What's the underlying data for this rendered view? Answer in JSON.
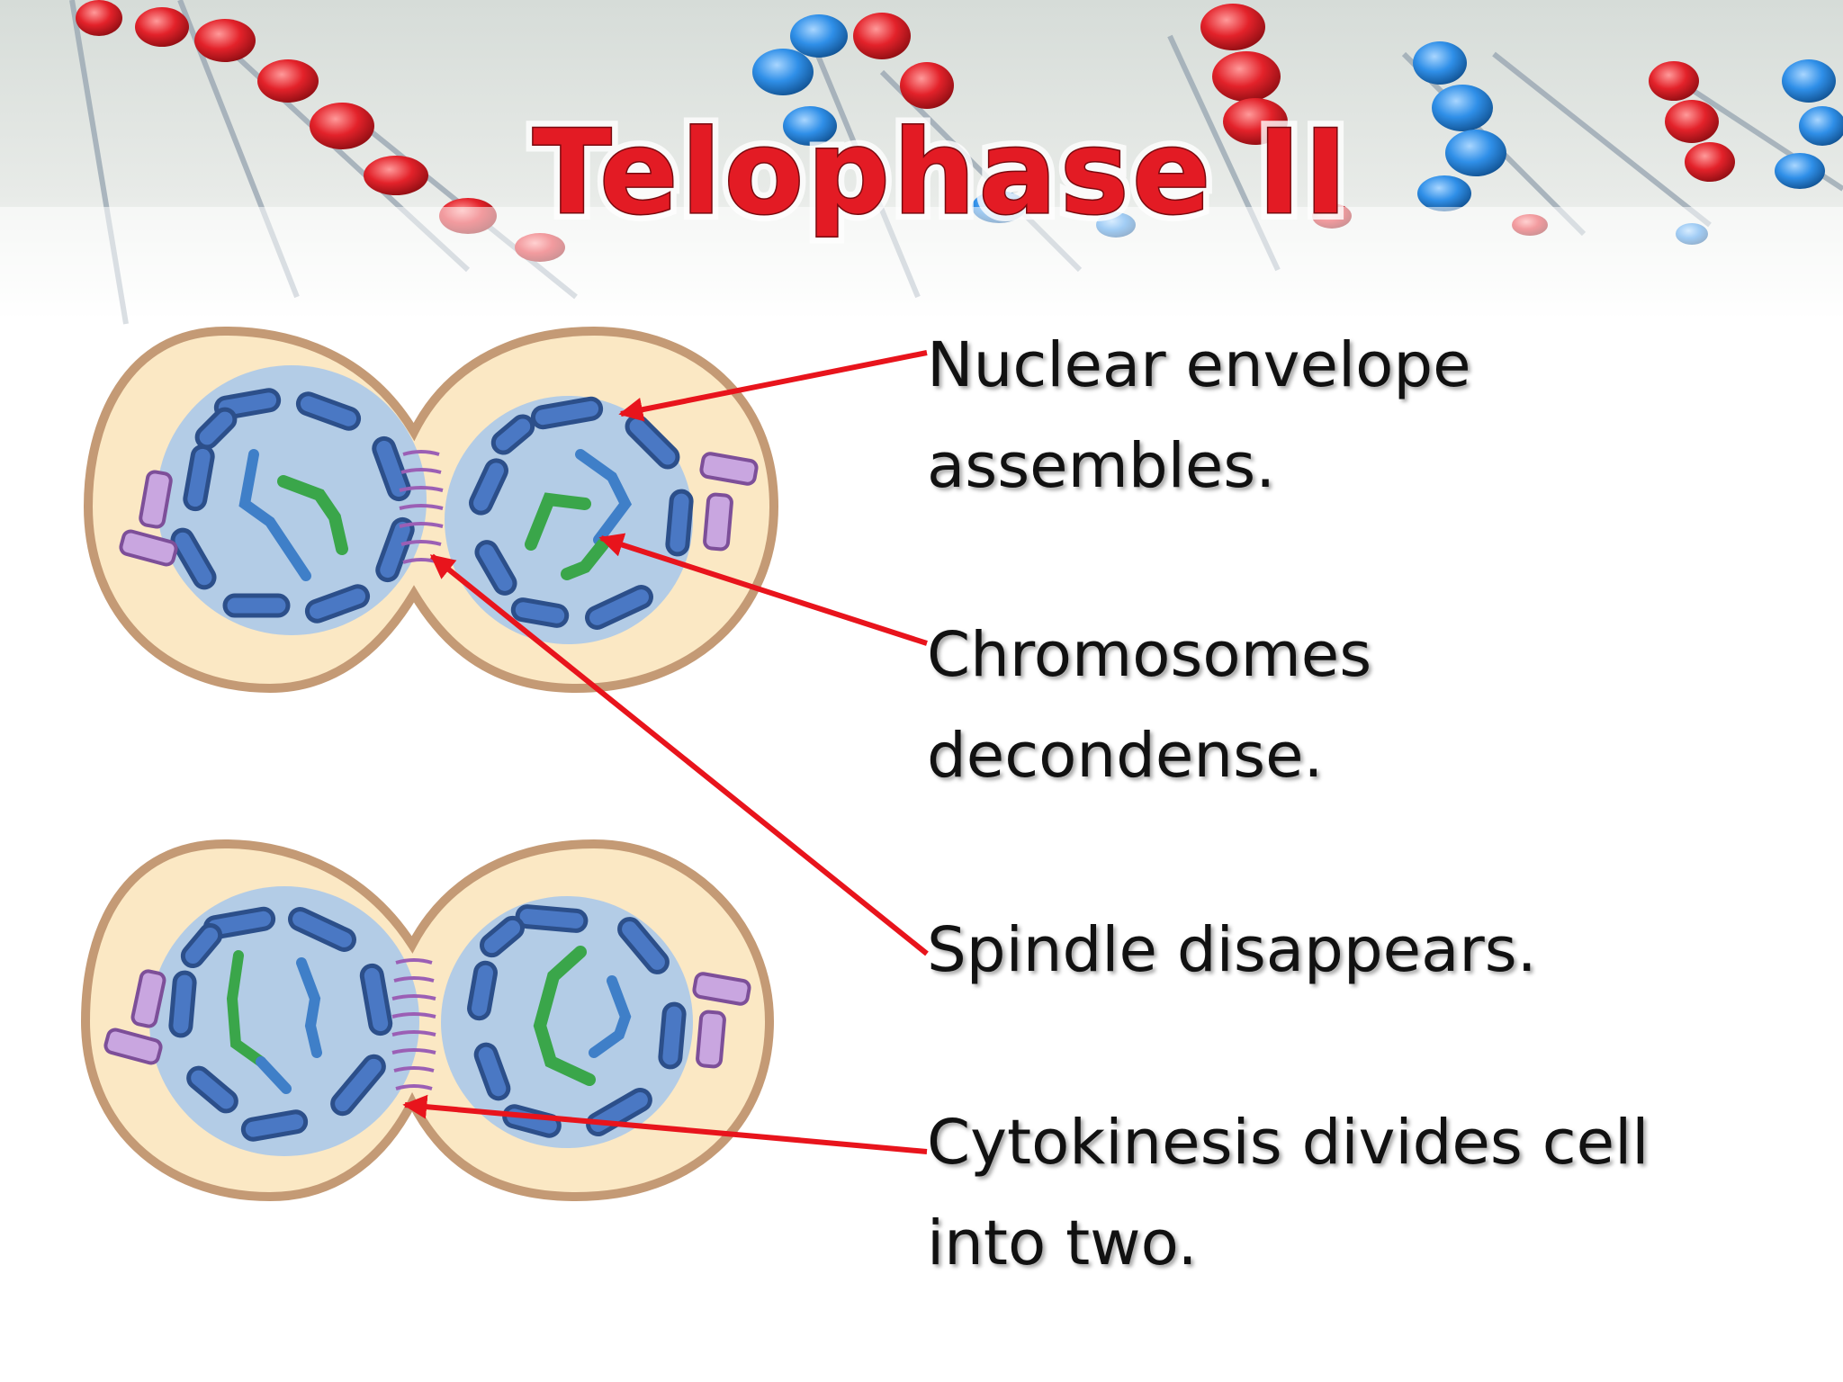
{
  "slide": {
    "title": "Telophase II"
  },
  "labels": [
    {
      "line1": "Nuclear envelope",
      "line2": "assembles."
    },
    {
      "line1": "Chromosomes",
      "line2": "decondense."
    },
    {
      "line1": "Spindle disappears.",
      "line2": ""
    },
    {
      "line1": "Cytokinesis divides cell",
      "line2": "into two."
    }
  ],
  "colors": {
    "arrow": "#e8141c",
    "cytoplasm": "#fbe8c4",
    "cell_membrane": "#c49a75",
    "nucleus": "#b3cce6",
    "envelope_fragment": "#4a78c4",
    "chromosome_green": "#3aa64a",
    "chromosome_blue": "#3f7fc8",
    "centriole": "#b98ed6"
  }
}
